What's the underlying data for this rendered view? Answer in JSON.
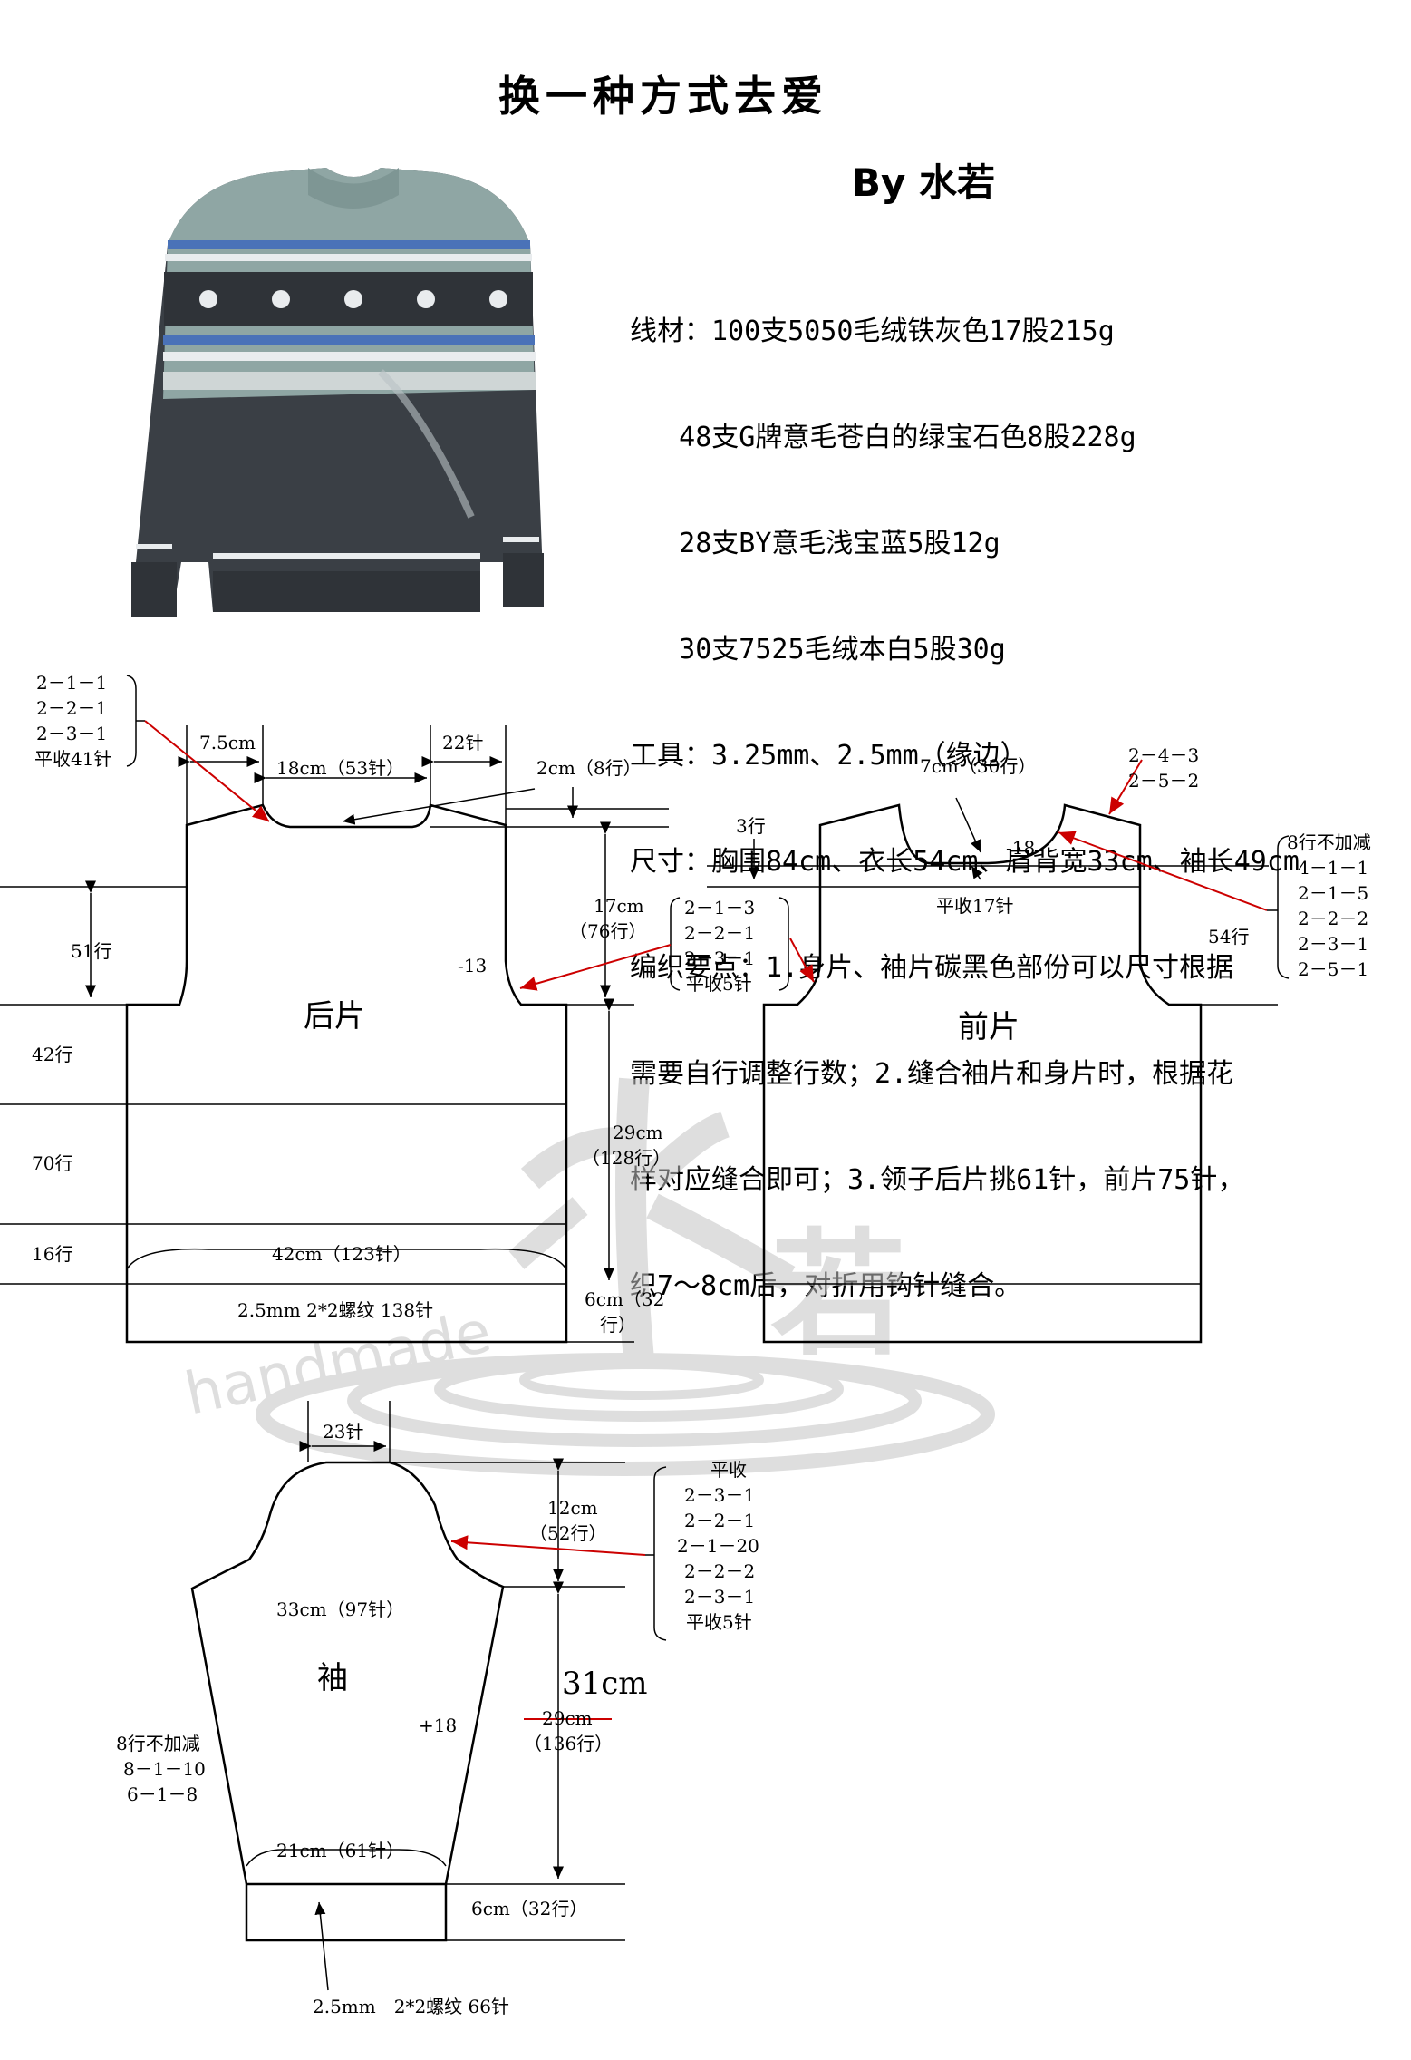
{
  "header": {
    "title": "换一种方式去爱",
    "byline": "By 水若"
  },
  "info_lines": [
    "线材：100支5050毛绒铁灰色17股215g",
    "   48支G牌意毛苍白的绿宝石色8股228g",
    "   28支BY意毛浅宝蓝5股12g",
    "   30支7525毛绒本白5股30g",
    "工具：3.25mm、2.5mm（缘边）",
    "尺寸：胸围84cm、衣长54cm、肩背宽33cm、袖长49cm",
    "编织要点：1.身片、袖片碳黑色部份可以尺寸根据",
    "需要自行调整行数；2.缝合袖片和身片时，根据花",
    "样对应缝合即可；3.领子后片挑61针，前片75针，",
    "织7～8cm后，对折用钩针缝合。"
  ],
  "back": {
    "name": "后片",
    "neck_dec": [
      "2－1－1",
      "2－2－1",
      "2－3－1",
      "平收41针"
    ],
    "shoulder_left": "7.5cm",
    "neck_width": "18cm（53针）",
    "shoulder_right": "22针",
    "neck_depth": "2cm（8行）",
    "armhole_height": "17cm",
    "armhole_rows": "（76行）",
    "armhole_dec": [
      "2－1－3",
      "2－2－1",
      "2－3－1",
      "平收5针"
    ],
    "armhole_count": "-13",
    "shoulder_rows": "51行",
    "rows_42": "42行",
    "rows_70": "70行",
    "rows_16": "16行",
    "body_height": "29cm",
    "body_rows": "（128行）",
    "bottom_width": "42cm（123针）",
    "ribbing": "2.5mm 2*2螺纹 138针",
    "ribbing_height": "6cm（32",
    "ribbing_height2": "行）"
  },
  "front": {
    "name": "前片",
    "neck_dec": [
      "2－4－3",
      "2－5－2"
    ],
    "neck_depth": "7cm（30行）",
    "shoulder_rows": "3行",
    "neck_count": "-18",
    "neck_cast_off": "平收17针",
    "side_dec": [
      "8行不加减",
      "4－1－1",
      "2－1－5",
      "2－2－2",
      "2－3－1",
      "2－5－1"
    ],
    "rows_54": "54行"
  },
  "sleeve": {
    "name": "袖",
    "top_width": "23针",
    "cap_height": "12cm",
    "cap_rows": "（52行）",
    "cap_dec": [
      "平收",
      "2－3－1",
      "2－2－1",
      "2－1－20",
      "2－2－2",
      "2－3－1",
      "平收5针"
    ],
    "upper_width": "33cm（97针）",
    "inc_count": "+18",
    "length_new": "31cm",
    "length_old": "29cm",
    "length_rows": "（136行）",
    "side_inc": [
      "8行不加减",
      "8－1－10",
      "6－1－8"
    ],
    "cuff_width": "21cm（61针）",
    "cuff_height": "6cm（32行）",
    "cuff_rib": "2.5mm　2*2螺纹 66针"
  },
  "watermark": {
    "char1": "水",
    "char2": "若",
    "script": "handmade"
  },
  "colors": {
    "annotation_arrow": "#cc0000",
    "watermark": "#c4c4c4",
    "sweater_dark": "#3a3f45",
    "sweater_green": "#8fa6a4",
    "sweater_blue": "#4a72b8"
  }
}
